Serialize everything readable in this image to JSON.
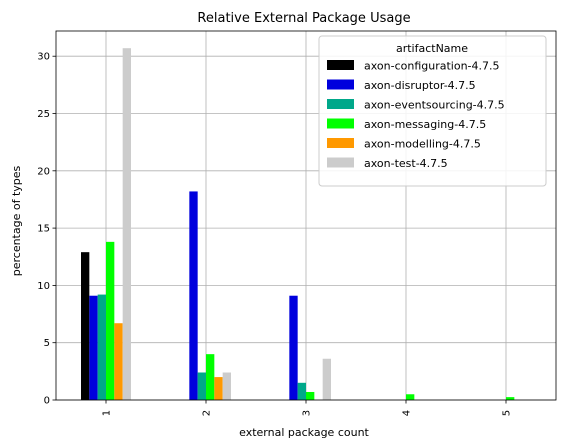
{
  "chart_data": {
    "type": "bar",
    "title": "Relative External Package Usage",
    "xlabel": "external package count",
    "ylabel": "percentage of types",
    "categories": [
      "1",
      "2",
      "3",
      "4",
      "5"
    ],
    "ylim": [
      0,
      32.2
    ],
    "yticks": [
      0,
      5,
      10,
      15,
      20,
      25,
      30
    ],
    "grid": true,
    "legend": {
      "title": "artifactName",
      "placement": "top-right"
    },
    "series": [
      {
        "name": "axon-configuration-4.7.5",
        "color": "#000000",
        "values": [
          12.9,
          0,
          0,
          0,
          0
        ]
      },
      {
        "name": "axon-disruptor-4.7.5",
        "color": "#0000dd",
        "values": [
          9.1,
          18.2,
          9.1,
          0,
          0
        ]
      },
      {
        "name": "axon-eventsourcing-4.7.5",
        "color": "#00a88a",
        "values": [
          9.2,
          2.4,
          1.5,
          0,
          0
        ]
      },
      {
        "name": "axon-messaging-4.7.5",
        "color": "#00ff00",
        "values": [
          13.8,
          4.0,
          0.7,
          0.5,
          0.25
        ]
      },
      {
        "name": "axon-modelling-4.7.5",
        "color": "#ff9900",
        "values": [
          6.7,
          2.0,
          0,
          0,
          0
        ]
      },
      {
        "name": "axon-test-4.7.5",
        "color": "#cccccc",
        "values": [
          30.7,
          2.4,
          3.6,
          0,
          0
        ]
      }
    ]
  }
}
